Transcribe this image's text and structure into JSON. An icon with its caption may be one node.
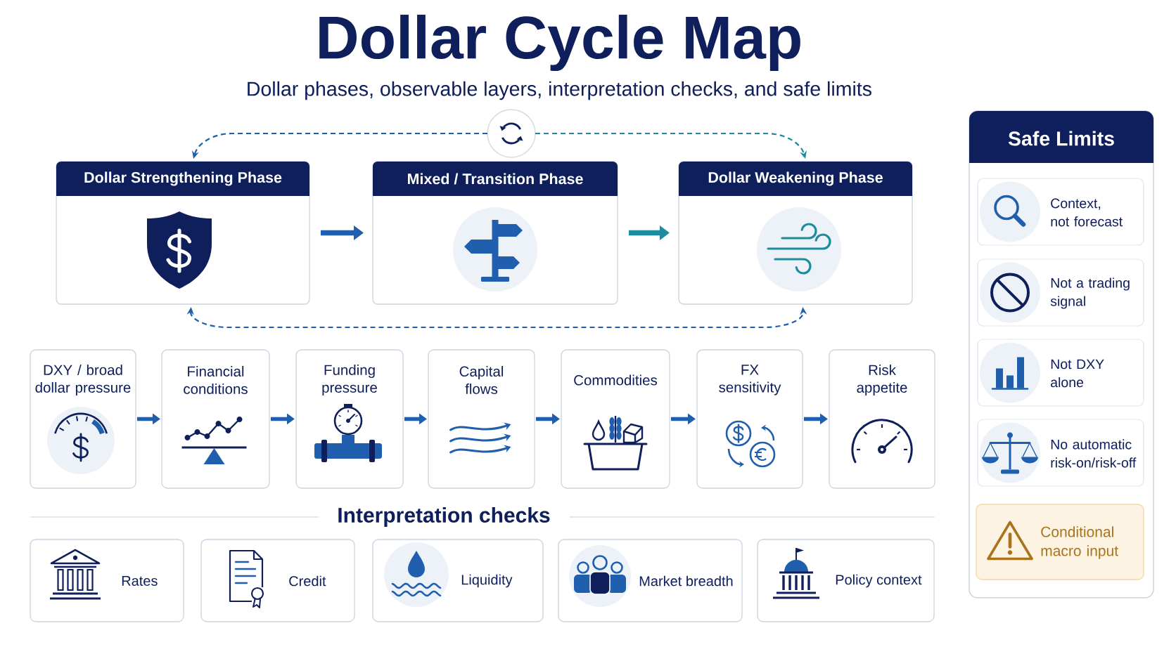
{
  "diagram": {
    "title": "Dollar Cycle Map",
    "nodes": [
      {
        "text": [],
        "shape": "circle"
      },
      {
        "text": [
          "Dollar Strengthening Phase"
        ]
      },
      {
        "text": [
          "Mixed / Transition Phase"
        ]
      },
      {
        "text": [
          "Dollar Weakening Phase"
        ]
      },
      {
        "text": [
          "DXY / broad dollar pressure"
        ]
      },
      {
        "text": [
          "Financial conditions"
        ]
      },
      {
        "text": [
          "Funding pressure"
        ]
      },
      {
        "text": [
          "Capital flows"
        ]
      },
      {
        "text": [
          "Commodities"
        ]
      },
      {
        "text": [
          "FX sensitivity"
        ]
      },
      {
        "text": [
          "Risk appetite"
        ]
      },
      {
        "text": [
          "Rates"
        ]
      },
      {
        "text": [
          "Credit"
        ]
      },
      {
        "text": [
          "Liquidity"
        ]
      },
      {
        "text": [
          "Market breadth"
        ]
      },
      {
        "text": [
          "Policy context"
        ]
      },
      {
        "text": [
          "Safe Limits"
        ]
      },
      {
        "text": [
          "Context, not forecast"
        ],
        "in": 16
      },
      {
        "text": [
          "Not a trading signal"
        ],
        "in": 16
      },
      {
        "text": [
          "Not DXY alone"
        ],
        "in": 16
      },
      {
        "text": [
          "No automatic risk-on/risk-off"
        ],
        "in": 16
      },
      {
        "text": [
          "Conditional macro input"
        ],
        "in": 16
      }
    ],
    "edges": [
      {
        "from": 1,
        "to": 2,
        "arrow": "to"
      },
      {
        "from": 2,
        "to": 3,
        "arrow": "to",
        "color": "#1e8c9c"
      },
      {
        "from": 0,
        "to": 1,
        "arrow": "to",
        "style": "dashed"
      },
      {
        "from": 0,
        "to": 3,
        "arrow": "to",
        "style": "dashed",
        "color": "#1e8c9c"
      },
      {
        "from": 1,
        "to": 3,
        "arrow": "both",
        "style": "dashed"
      },
      {
        "from": 4,
        "to": 5,
        "arrow": "to"
      },
      {
        "from": 5,
        "to": 6,
        "arrow": "to"
      },
      {
        "from": 6,
        "to": 7,
        "arrow": "to"
      },
      {
        "from": 7,
        "to": 8,
        "arrow": "to"
      },
      {
        "from": 8,
        "to": 9,
        "arrow": "to"
      },
      {
        "from": 9,
        "to": 10,
        "arrow": "to"
      }
    ],
    "labels": [
      "Dollar phases, observable layers, interpretation checks, and safe limits",
      "Interpretation checks"
    ]
  }
}
